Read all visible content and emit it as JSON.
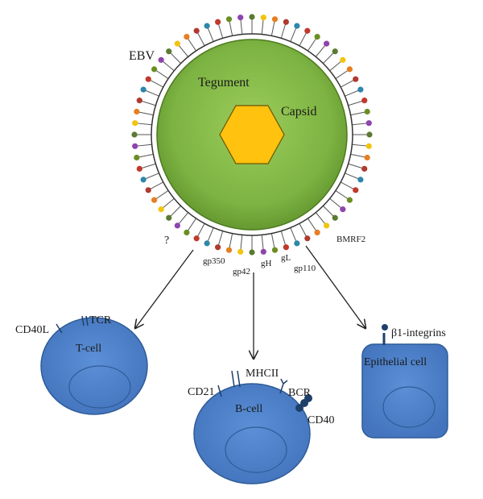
{
  "virus": {
    "name": "EBV",
    "tegument": "Tegument",
    "capsid": "Capsid",
    "unknown_marker": "?",
    "glycoproteins": [
      "gp350",
      "gp42",
      "gH",
      "gL",
      "gp110",
      "BMRF2"
    ]
  },
  "colors": {
    "body_green": "#7cb342",
    "body_green_dark": "#4e7a1f",
    "capsid_yellow": "#ffc20e",
    "cell_blue": "#4f81c7",
    "cell_outline": "#2f5c97",
    "spike_colors": [
      "#5a7a32",
      "#c0392b",
      "#e67e22",
      "#8e44ad",
      "#2e86ab",
      "#f1c40f",
      "#6b8e23",
      "#b03a2e"
    ]
  },
  "cells": {
    "t_cell": {
      "name": "T-cell",
      "receptors": [
        "CD40L",
        "TCR"
      ]
    },
    "b_cell": {
      "name": "B-cell",
      "receptors": [
        "CD21",
        "MHCII",
        "BCR",
        "CD40"
      ]
    },
    "epithelial_cell": {
      "name": "Epithelial cell",
      "receptors": [
        "β1-integrins"
      ]
    }
  }
}
